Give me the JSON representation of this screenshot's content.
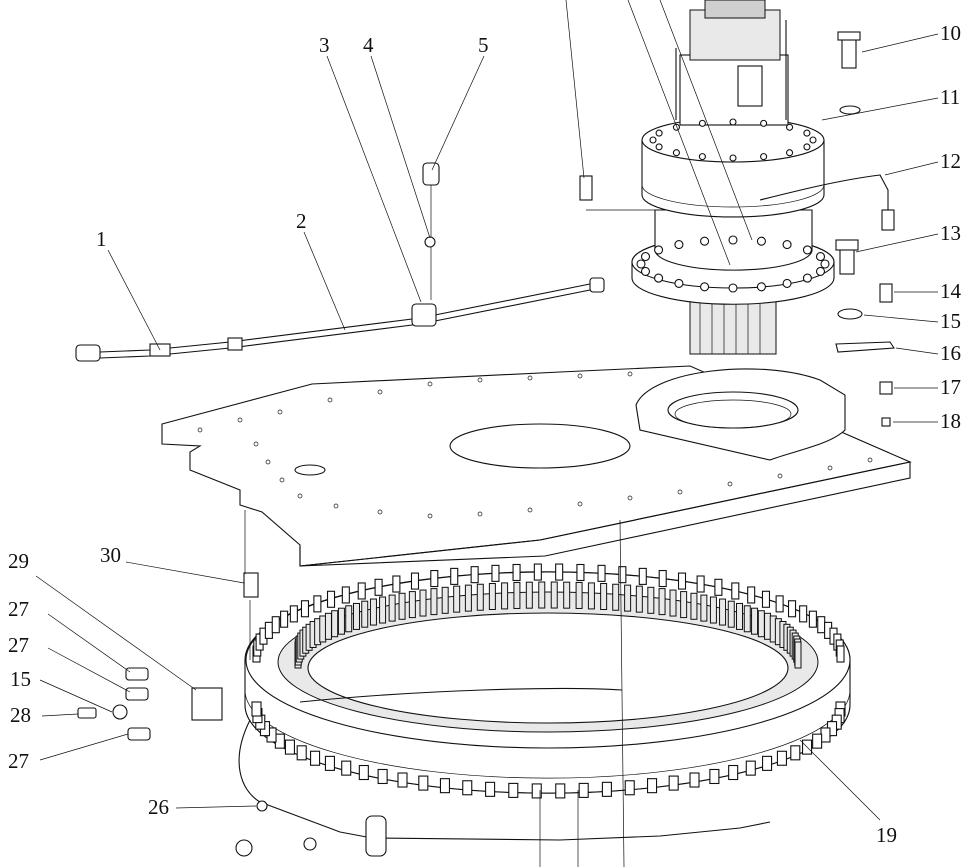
{
  "callouts": [
    "1",
    "2",
    "3",
    "4",
    "5",
    "10",
    "11",
    "12",
    "13",
    "14",
    "15",
    "16",
    "17",
    "18",
    "19",
    "26",
    "27",
    "27",
    "15",
    "28",
    "27",
    "29",
    "30"
  ]
}
